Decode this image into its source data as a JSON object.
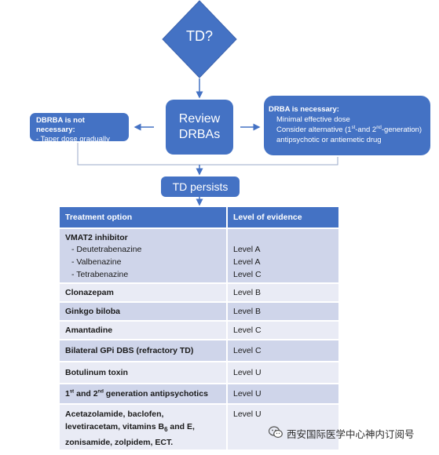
{
  "decision": {
    "label": "TD?"
  },
  "review": {
    "line1": "Review",
    "line2": "DRBAs"
  },
  "not_necessary": {
    "title": "DBRBA is not necessary:",
    "item": "- Taper dose gradually"
  },
  "necessary": {
    "title": "DRBA is necessary:",
    "line1": "Minimal effective dose",
    "line2_pre": "Consider alternative (1",
    "line2_sup1": "st",
    "line2_mid": "-and 2",
    "line2_sup2": "nd",
    "line2_post": "-generation)",
    "line3": "antipsychotic or antiemetic drug"
  },
  "persists": {
    "label": "TD persists"
  },
  "table": {
    "header": {
      "option": "Treatment option",
      "evidence": "Level of evidence"
    },
    "vmat2": {
      "title": "VMAT2 inhibitor",
      "drugs": [
        "- Deutetrabenazine",
        "- Valbenazine",
        "- Tetrabenazine"
      ],
      "levels": [
        "Level A",
        "Level A",
        "Level C"
      ]
    },
    "rows": [
      {
        "option": "Clonazepam",
        "level": "Level B"
      },
      {
        "option": "Ginkgo biloba",
        "level": "Level B"
      },
      {
        "option": "Amantadine",
        "level": "Level C"
      },
      {
        "option": "Bilateral GPi DBS (refractory TD)",
        "level": "Level C"
      },
      {
        "option": "Botulinum toxin",
        "level": "Level U"
      }
    ],
    "antipsychotics": {
      "pre": "1",
      "sup1": "st",
      "mid": " and 2",
      "sup2": "nd",
      "post": " generation antipsychotics",
      "level": "Level U"
    },
    "last": {
      "line1": "Acetazolamide, baclofen,",
      "line2_pre": "levetiracetam, vitamins B",
      "line2_sub": "6",
      "line2_post": " and E,",
      "line3": "zonisamide, zolpidem, ECT.",
      "level": "Level U"
    }
  },
  "watermark": {
    "text": "西安国际医学中心神内订阅号"
  },
  "colors": {
    "accent": "#4472c4",
    "row_dark": "#cfd5ea",
    "row_light": "#e9ebf5"
  }
}
